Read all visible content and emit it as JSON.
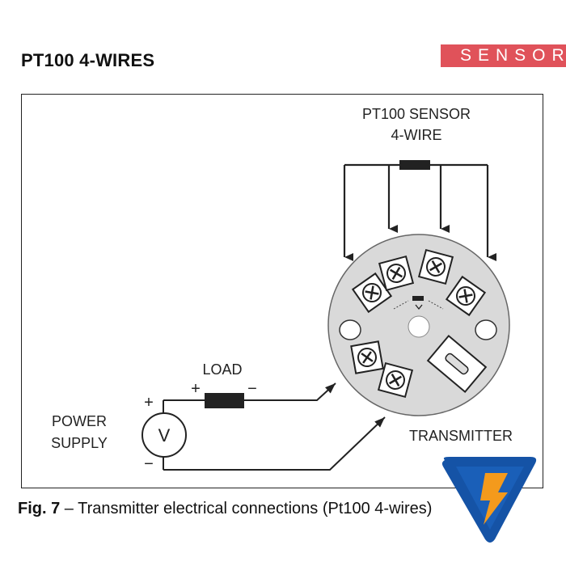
{
  "header": {
    "title": "PT100 4-WIRES",
    "brand_text": "SENSOR"
  },
  "diagram": {
    "sensor_label_line1": "PT100 SENSOR",
    "sensor_label_line2": "4-WIRE",
    "load_label": "LOAD",
    "load_plus": "+",
    "load_minus": "−",
    "supply_plus": "+",
    "supply_minus": "−",
    "voltmeter_symbol": "V",
    "power_label_line1": "POWER",
    "power_label_line2": "SUPPLY",
    "transmitter_label": "TRANSMITTER"
  },
  "caption": {
    "fig_label": "Fig. 7",
    "text": " – Transmitter electrical connections (Pt100 4-wires)"
  },
  "colors": {
    "brand_red": "#e0525a",
    "logo_blue": "#1553a6",
    "logo_orange": "#f49a1c"
  }
}
